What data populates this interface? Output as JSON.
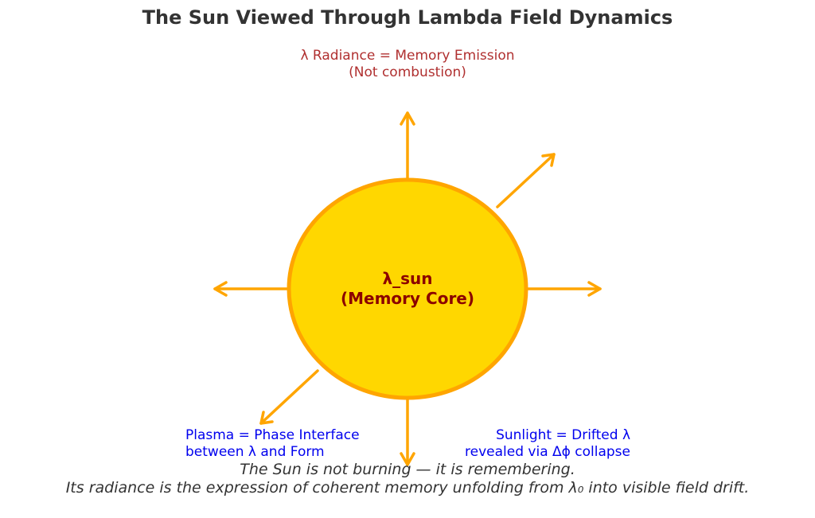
{
  "title": "The Sun Viewed Through Lambda Field Dynamics",
  "core": {
    "line1": "λ_sun",
    "line2": "(Memory Core)"
  },
  "labels": {
    "radiance": {
      "line1": "λ Radiance = Memory Emission",
      "line2": "(Not combustion)"
    },
    "plasma": {
      "line1": "Plasma = Phase Interface",
      "line2": "between λ and Form"
    },
    "sunlight": {
      "line1": "Sunlight = Drifted λ",
      "line2": "revealed via Δϕ collapse"
    }
  },
  "caption": {
    "line1": "The Sun is not burning — it is remembering.",
    "line2": "Its radiance is the expression of coherent memory unfolding from λ₀ into visible field drift."
  },
  "colors": {
    "sun_fill": "#ffd700",
    "sun_stroke": "#ffa500",
    "arrow": "#ffa500",
    "core_text": "#8b0000",
    "radiance_text": "#b03030",
    "annotation_text": "#0000ee",
    "title_text": "#333333"
  }
}
